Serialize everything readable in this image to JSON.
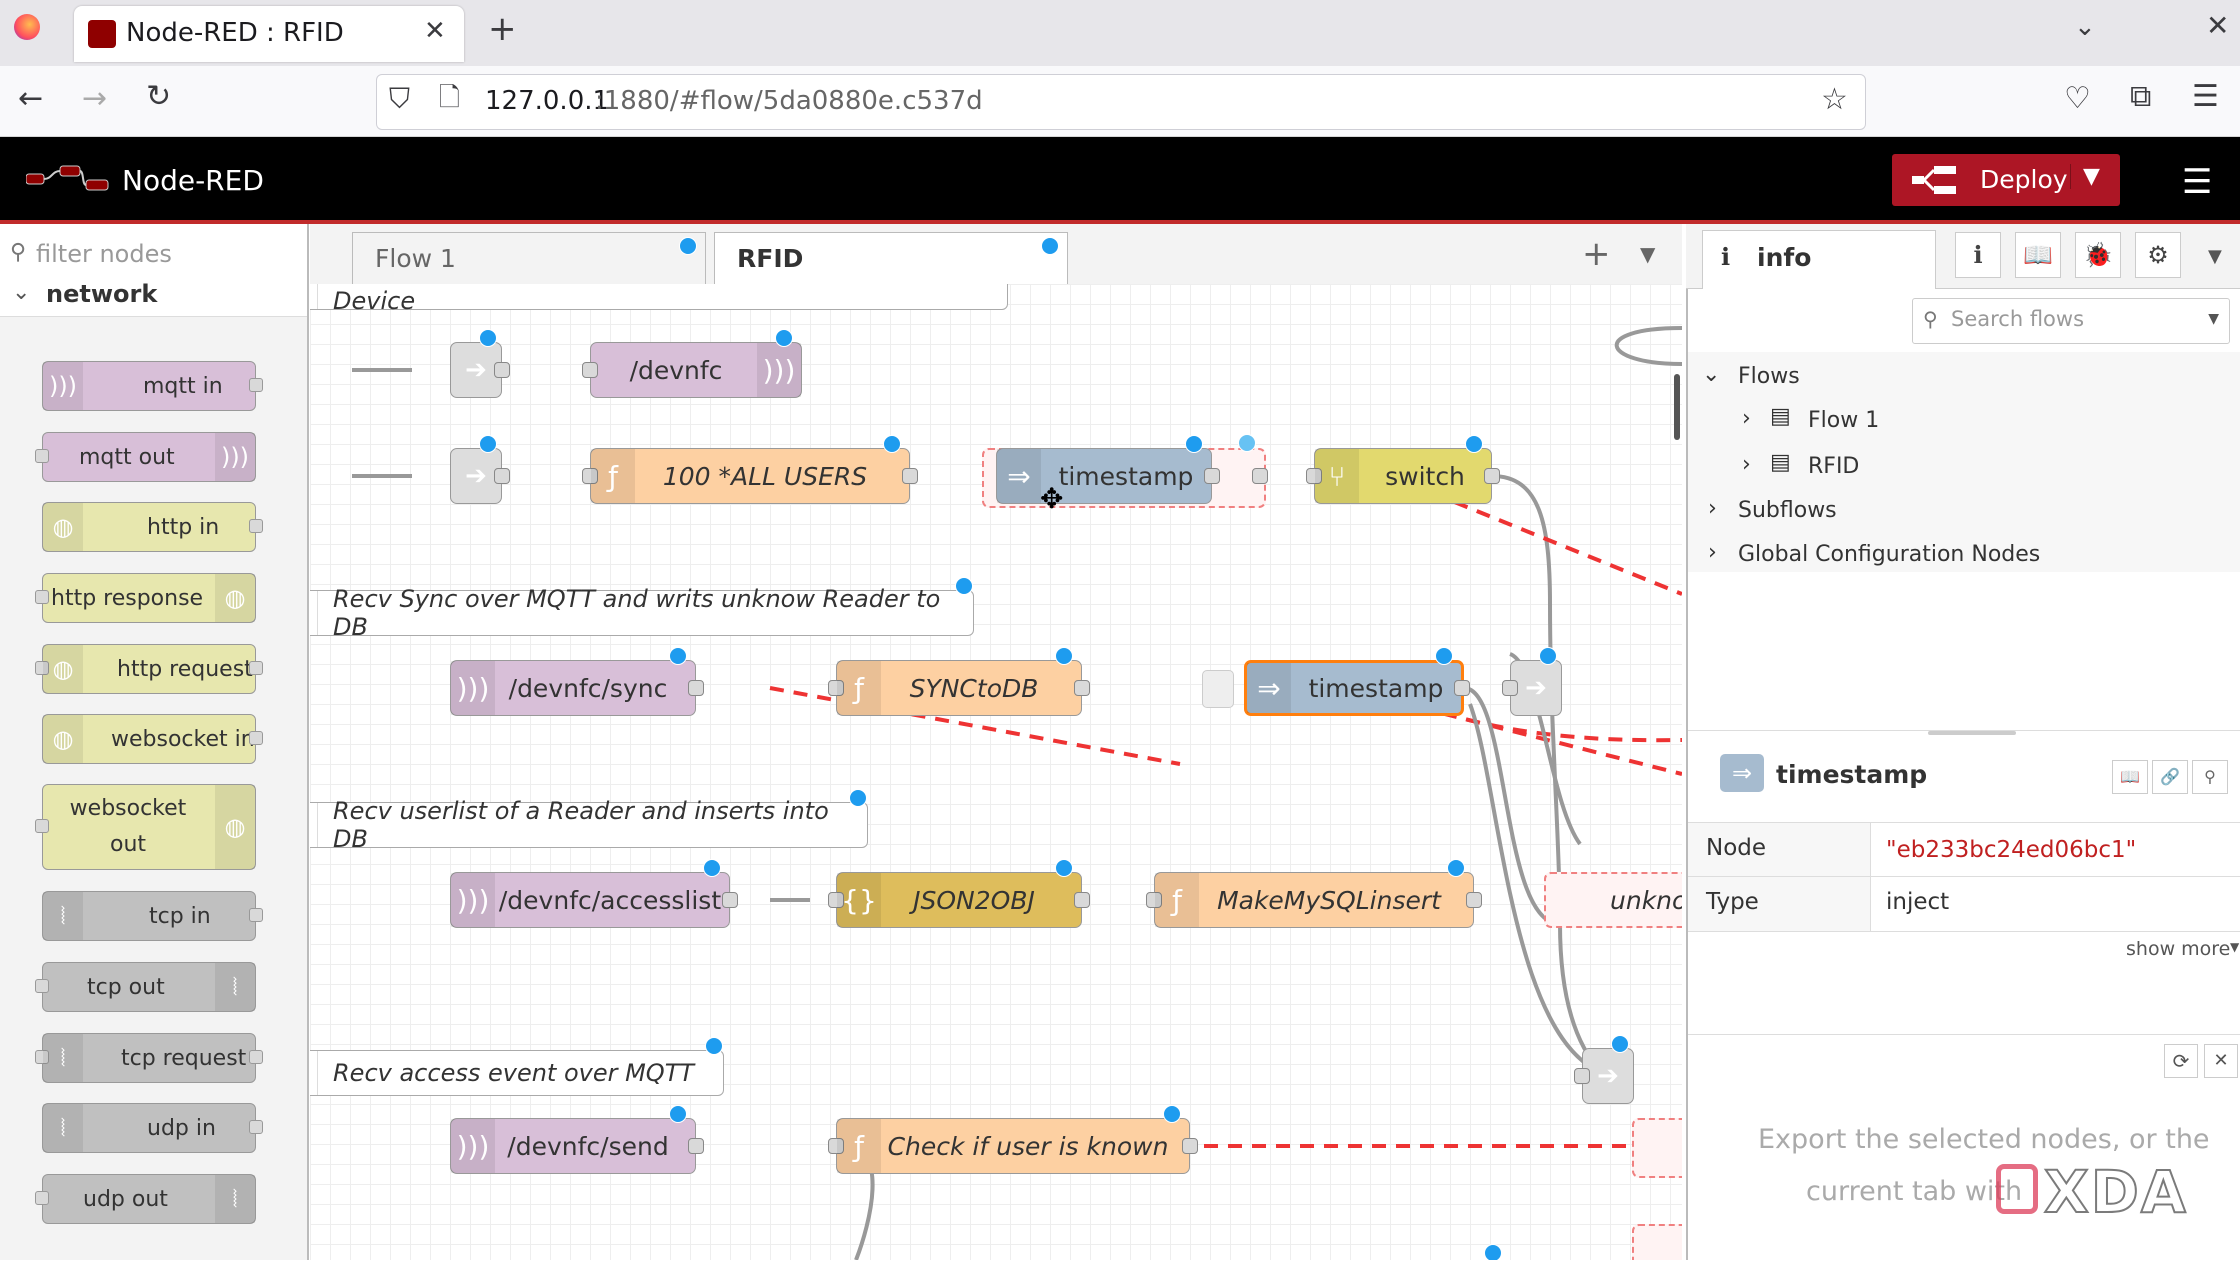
{
  "browser": {
    "tab_title": "Node-RED : RFID",
    "url_host": "127.0.0.1",
    "url_rest": ":1880/#flow/5da0880e.c537d"
  },
  "header": {
    "title": "Node-RED",
    "deploy_label": "Deploy"
  },
  "palette": {
    "filter_placeholder": "filter nodes",
    "category": "network",
    "nodes": [
      {
        "label": "mqtt in"
      },
      {
        "label": "mqtt out"
      },
      {
        "label": "http in"
      },
      {
        "label": "http response"
      },
      {
        "label": "http request"
      },
      {
        "label": "websocket in"
      },
      {
        "label": "websocket out"
      },
      {
        "label": "tcp in"
      },
      {
        "label": "tcp out"
      },
      {
        "label": "tcp request"
      },
      {
        "label": "udp in"
      },
      {
        "label": "udp out"
      }
    ]
  },
  "workspace": {
    "tabs": [
      {
        "label": "Flow 1"
      },
      {
        "label": "RFID"
      }
    ],
    "comments": [
      "Iterates over user and sends them over MQTT to a Device",
      "Recv Sync over MQTT and writs unknow Reader to DB",
      "Recv userlist of a Reader and inserts into DB",
      "Recv access event over MQTT"
    ],
    "nodes": {
      "devnfc": "/devnfc",
      "all_users": "100 *ALL USERS",
      "timestamp1": "timestamp",
      "switch": "switch",
      "devnfc_sync": "/devnfc/sync",
      "synctodb": "SYNCtoDB",
      "timestamp2": "timestamp",
      "devnfc_accesslist": "/devnfc/accesslist",
      "json2obj": "JSON2OBJ",
      "makemysql": "MakeMySQLinsert",
      "unknown": "unkno",
      "devnfc_send": "/devnfc/send",
      "check_user": "Check if user is known"
    }
  },
  "sidebar": {
    "tab_label": "info",
    "search_placeholder": "Search flows",
    "tree": {
      "flows": "Flows",
      "flow1": "Flow 1",
      "rfid": "RFID",
      "subflows": "Subflows",
      "global": "Global Configuration Nodes"
    },
    "selected_title": "timestamp",
    "props": [
      {
        "key": "Node",
        "value": "\"eb233bc24ed06bc1\""
      },
      {
        "key": "Type",
        "value": "inject"
      }
    ],
    "show_more": "show more",
    "help_text_1": "Export the selected nodes, or the",
    "help_text_2": "current tab with",
    "watermark": "XDA"
  },
  "colors": {
    "mqtt": "#d8bfd8",
    "function": "#fdd0a2",
    "inject": "#a6bbcf",
    "switch": "#e2d96e",
    "json": "#debd5c",
    "link": "#ddd",
    "deploy": "#ad1625",
    "wire_error": "#e33"
  }
}
